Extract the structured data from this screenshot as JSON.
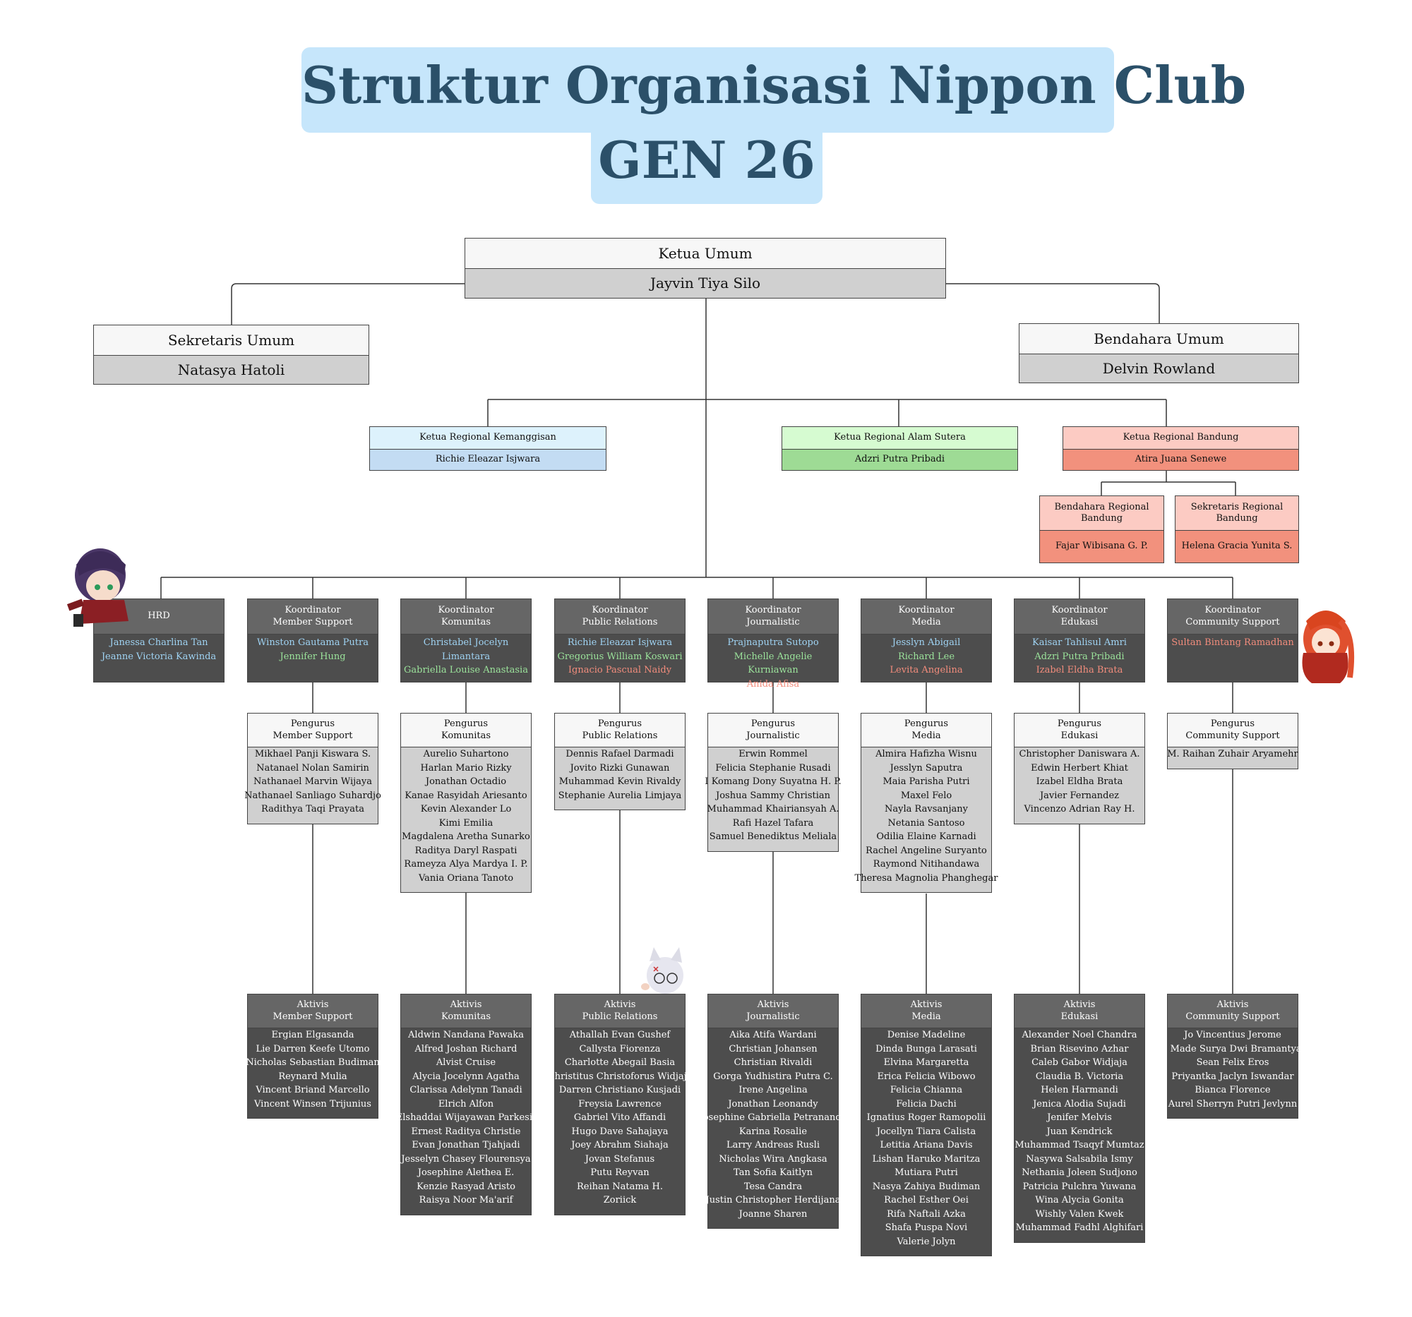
{
  "title": {
    "line1": "Struktur Organisasi Nippon Club",
    "line2": "GEN 26"
  },
  "colors": {
    "title_bg": "#c6e6fb",
    "title_text": "#2b5069",
    "dark_box": "#4d4d4d",
    "gray_box": "#d0d0d0",
    "kemanggisan_bg": "#c3dcf3",
    "alam_sutera_bg": "#9edb95",
    "bandung_bg": "#f2917d",
    "name_blue": "#9fd3f3",
    "name_green": "#9be39b",
    "name_red": "#f28c7c"
  },
  "top": {
    "ketua": {
      "role": "Ketua Umum",
      "name": "Jayvin Tiya Silo"
    },
    "sekretaris": {
      "role": "Sekretaris Umum",
      "name": "Natasya Hatoli"
    },
    "bendahara": {
      "role": "Bendahara Umum",
      "name": "Delvin Rowland"
    }
  },
  "regional": {
    "kemanggisan": {
      "role": "Ketua Regional Kemanggisan",
      "name": "Richie Eleazar Isjwara"
    },
    "alam_sutera": {
      "role": "Ketua Regional Alam Sutera",
      "name": "Adzri Putra Pribadi"
    },
    "bandung": {
      "role": "Ketua Regional Bandung",
      "name": "Atira Juana Senewe"
    },
    "bandung_bendahara": {
      "role": "Bendahara Regional Bandung",
      "name": "Fajar Wibisana G. P."
    },
    "bandung_sekretaris": {
      "role": "Sekretaris Regional Bandung",
      "name": "Helena Gracia Yunita S."
    }
  },
  "coordinators": [
    {
      "title": "HRD",
      "names": [
        {
          "text": "Janessa Charlina Tan",
          "color": "blue"
        },
        {
          "text": "Jeanne Victoria Kawinda",
          "color": "blue"
        }
      ]
    },
    {
      "title": "Koordinator\nMember Support",
      "names": [
        {
          "text": "Winston Gautama Putra",
          "color": "blue"
        },
        {
          "text": "Jennifer Hung",
          "color": "green"
        }
      ]
    },
    {
      "title": "Koordinator\nKomunitas",
      "names": [
        {
          "text": "Christabel Jocelyn Limantara",
          "color": "blue"
        },
        {
          "text": "Gabriella Louise Anastasia",
          "color": "green"
        }
      ]
    },
    {
      "title": "Koordinator\nPublic Relations",
      "names": [
        {
          "text": "Richie Eleazar Isjwara",
          "color": "blue"
        },
        {
          "text": "Gregorius William Koswari",
          "color": "green"
        },
        {
          "text": "Ignacio Pascual Naidy",
          "color": "red"
        }
      ]
    },
    {
      "title": "Koordinator\nJournalistic",
      "names": [
        {
          "text": "Prajnaputra Sutopo",
          "color": "blue"
        },
        {
          "text": "Michelle Angelie Kurniawan",
          "color": "green"
        },
        {
          "text": "Anida Afisa",
          "color": "red"
        }
      ]
    },
    {
      "title": "Koordinator\nMedia",
      "names": [
        {
          "text": "Jesslyn Abigail",
          "color": "blue"
        },
        {
          "text": "Richard Lee",
          "color": "green"
        },
        {
          "text": "Levita Angelina",
          "color": "red"
        }
      ]
    },
    {
      "title": "Koordinator\nEdukasi",
      "names": [
        {
          "text": "Kaisar Tahlisul Amri",
          "color": "blue"
        },
        {
          "text": "Adzri Putra Pribadi",
          "color": "green"
        },
        {
          "text": "Izabel Eldha Brata",
          "color": "red"
        }
      ]
    },
    {
      "title": "Koordinator\nCommunity Support",
      "names": [
        {
          "text": "Sultan Bintang Ramadhan",
          "color": "red"
        }
      ]
    }
  ],
  "pengurus": [
    null,
    {
      "title": "Pengurus\nMember Support",
      "names": [
        "Mikhael Panji Kiswara S.",
        "Natanael Nolan Samirin",
        "Nathanael Marvin Wijaya",
        "Nathanael Sanliago Suhardjo",
        "Radithya Taqi Prayata"
      ]
    },
    {
      "title": "Pengurus\nKomunitas",
      "names": [
        "Aurelio Suhartono",
        "Harlan Mario Rizky",
        "Jonathan Octadio",
        "Kanae Rasyidah Ariesanto",
        "Kevin Alexander Lo",
        "Kimi Emilia",
        "Magdalena Aretha Sunarko",
        "Raditya Daryl Raspati",
        "Rameyza Alya Mardya I. P.",
        "Vania Oriana Tanoto"
      ]
    },
    {
      "title": "Pengurus\nPublic Relations",
      "names": [
        "Dennis Rafael Darmadi",
        "Jovito Rizki Gunawan",
        "Muhammad Kevin Rivaldy",
        "Stephanie Aurelia Limjaya"
      ]
    },
    {
      "title": "Pengurus\nJournalistic",
      "names": [
        "Erwin Rommel",
        "Felicia Stephanie Rusadi",
        "I Komang Dony Suyatna H. P.",
        "Joshua Sammy Christian",
        "Muhammad Khairiansyah A.",
        "Rafi Hazel Tafara",
        "Samuel Benediktus Meliala"
      ]
    },
    {
      "title": "Pengurus\nMedia",
      "names": [
        "Almira Hafizha Wisnu",
        "Jesslyn Saputra",
        "Maia Parisha Putri",
        "Maxel Felo",
        "Nayla Ravsanjany",
        "Netania Santoso",
        "Odilia Elaine Karnadi",
        "Rachel Angeline Suryanto",
        "Raymond Nitihandawa",
        "Theresa Magnolia Phanghegar"
      ]
    },
    {
      "title": "Pengurus\nEdukasi",
      "names": [
        "Christopher Daniswara A.",
        "Edwin Herbert Khiat",
        "Izabel Eldha Brata",
        "Javier Fernandez",
        "Vincenzo Adrian Ray H."
      ]
    },
    {
      "title": "Pengurus\nCommunity Support",
      "names": [
        "M. Raihan Zuhair Aryamehr"
      ]
    }
  ],
  "aktivis": [
    null,
    {
      "title": "Aktivis\nMember Support",
      "names": [
        "Ergian Elgasanda",
        "Lie Darren Keefe Utomo",
        "Nicholas Sebastian Budiman",
        "Reynard Mulia",
        "Vincent Briand Marcello",
        "Vincent Winsen Trijunius"
      ]
    },
    {
      "title": "Aktivis\nKomunitas",
      "names": [
        "Aldwin Nandana Pawaka",
        "Alfred Joshan Richard",
        "Alvist Cruise",
        "Alycia Jocelynn Agatha",
        "Clarissa Adelynn Tanadi",
        "Elrich Alfon",
        "Elshaddai Wijayawan Parkesit",
        "Ernest Raditya Christie",
        "Evan Jonathan Tjahjadi",
        "Jesselyn Chasey Flourensya",
        "Josephine Alethea E.",
        "Kenzie Rasyad Aristo",
        "Raisya Noor Ma'arif"
      ]
    },
    {
      "title": "Aktivis\nPublic Relations",
      "names": [
        "Athallah Evan Gushef",
        "Callysta Fiorenza",
        "Charlotte Abegail Basia",
        "Christitus Christoforus Widjaja",
        "Darren Christiano Kusjadi",
        "Freysia Lawrence",
        "Gabriel Vito Affandi",
        "Hugo Dave Sahajaya",
        "Joey Abrahm Siahaja",
        "Jovan Stefanus",
        "Putu Reyvan",
        "Reihan Natama H.",
        "Zoriick"
      ]
    },
    {
      "title": "Aktivis\nJournalistic",
      "names": [
        "Aika Atifa Wardani",
        "Christian Johansen",
        "Christian Rivaldi",
        "Gorga Yudhistira Putra C.",
        "Irene Angelina",
        "Jonathan Leonandy",
        "Josephine Gabriella Petrananda",
        "Karina Rosalie",
        "Larry Andreas Rusli",
        "Nicholas Wira Angkasa",
        "Tan Sofia Kaitlyn",
        "Tesa Candra",
        "Justin Christopher Herdijana",
        "Joanne Sharen"
      ]
    },
    {
      "title": "Aktivis\nMedia",
      "names": [
        "Denise Madeline",
        "Dinda Bunga Larasati",
        "Elvina Margaretta",
        "Erica Felicia Wibowo",
        "Felicia Chianna",
        "Felicia Dachi",
        "Ignatius Roger Ramopolii",
        "Jocellyn Tiara Calista",
        "Letitia Ariana Davis",
        "Lishan Haruko Maritza",
        "Mutiara Putri",
        "Nasya Zahiya Budiman",
        "Rachel Esther Oei",
        "Rifa Naftali Azka",
        "Shafa Puspa Novi",
        "Valerie Jolyn"
      ]
    },
    {
      "title": "Aktivis\nEdukasi",
      "names": [
        "Alexander Noel Chandra",
        "Brian Risevino Azhar",
        "Caleb Gabor Widjaja",
        "Claudia B. Victoria",
        "Helen Harmandi",
        "Jenica Alodia Sujadi",
        "Jenifer Melvis",
        "Juan Kendrick",
        "Muhammad Tsaqyf Mumtaz",
        "Nasywa Salsabila Ismy",
        "Nethania Joleen Sudjono",
        "Patricia Pulchra Yuwana",
        "Wina Alycia Gonita",
        "Wishly Valen Kwek",
        "Muhammad Fadhl Alghifari"
      ]
    },
    {
      "title": "Aktivis\nCommunity Support",
      "names": [
        "Jo Vincentius Jerome",
        "I Made Surya Dwi Bramantya",
        "Sean Felix Eros",
        "Priyantka Jaclyn Iswandar",
        "Bianca Florence",
        "Aurel Sherryn Putri Jevlynn"
      ]
    }
  ]
}
